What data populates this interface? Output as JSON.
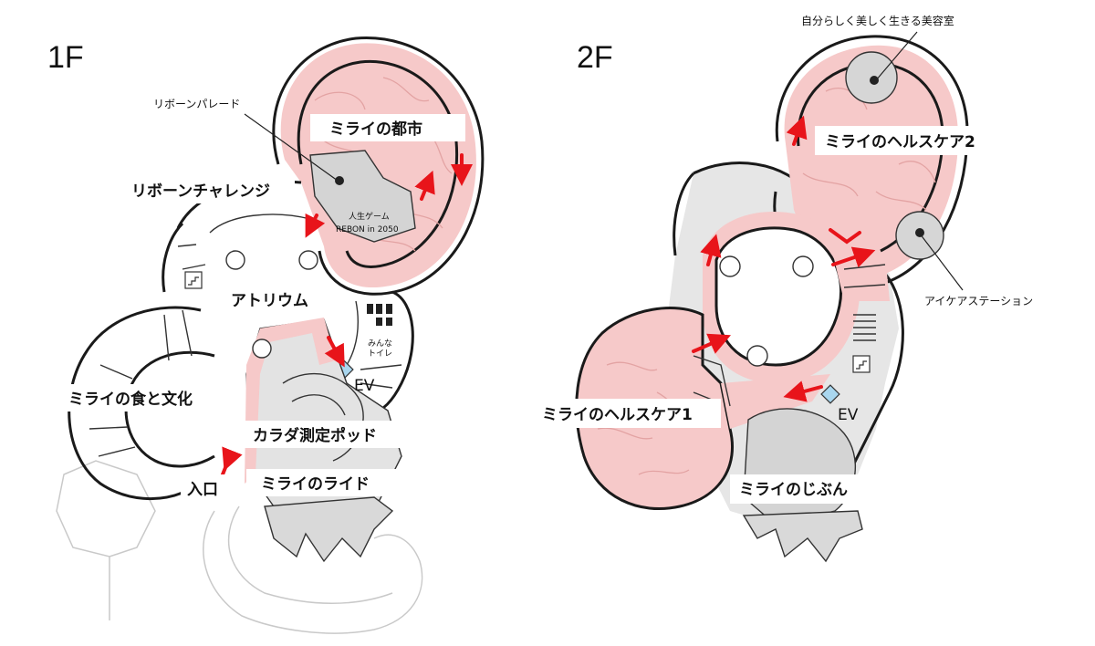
{
  "floors": {
    "f1": {
      "label": "1F"
    },
    "f2": {
      "label": "2F"
    }
  },
  "labels_1f": {
    "reborn_parade": "リボーンパレード",
    "mirai_city": "ミライの都市",
    "reborn_challenge": "リボーンチャレンジ",
    "life_game_line1": "人生ゲーム",
    "life_game_line2": "REBON in 2050",
    "atrium": "アトリウム",
    "food_culture": "ミライの食と文化",
    "body_pod": "カラダ測定ポッド",
    "entrance": "入口",
    "mirai_ride": "ミライのライド",
    "ev": "EV",
    "toilet_line1": "みんな",
    "toilet_line2": "トイレ"
  },
  "labels_2f": {
    "beauty_salon": "自分らしく美しく生きる美容室",
    "healthcare2": "ミライのヘルスケア2",
    "eye_care": "アイケアステーション",
    "healthcare1": "ミライのヘルスケア1",
    "ev": "EV",
    "mirai_self": "ミライのじぶん"
  },
  "colors": {
    "exhibit_pink": "#f6c9c9",
    "route_red": "#e8141a",
    "room_gray": "#e3e3e3",
    "wall": "#1a1a1a",
    "ev_blue": "#a9d6ee"
  },
  "icons": [
    "stairs-icon",
    "elevator-icon",
    "restroom-icon",
    "route-arrow-icon",
    "leader-dot-icon"
  ]
}
